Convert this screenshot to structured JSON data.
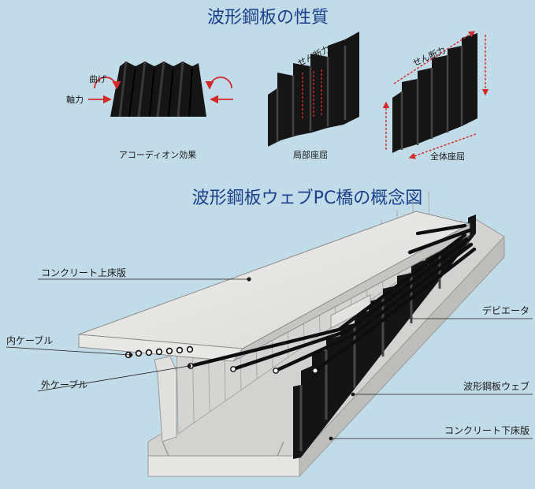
{
  "section1": {
    "title": "波形鋼板の性質",
    "fig1": {
      "caption": "アコーディオン効果",
      "label_bend": "曲げ",
      "label_axial": "軸力"
    },
    "fig2": {
      "caption": "局部座屈",
      "label_shear": "せん断力"
    },
    "fig3": {
      "caption": "全体座屈",
      "label_shear": "せん断力"
    }
  },
  "section2": {
    "title": "波形鋼板ウェブPC橋の概念図",
    "callouts": {
      "upper_slab": "コンクリート上床版",
      "inner_cable": "内ケーブル",
      "outer_cable": "外ケーブル",
      "deviator": "デビエータ",
      "web": "波形鋼板ウェブ",
      "lower_slab": "コンクリート下床版"
    }
  },
  "colors": {
    "title": "#1a3f8c",
    "background": "#c2dbe8",
    "steel": "#111111",
    "concrete": "#e6e6e4",
    "arrow_red": "#d42a2a"
  }
}
